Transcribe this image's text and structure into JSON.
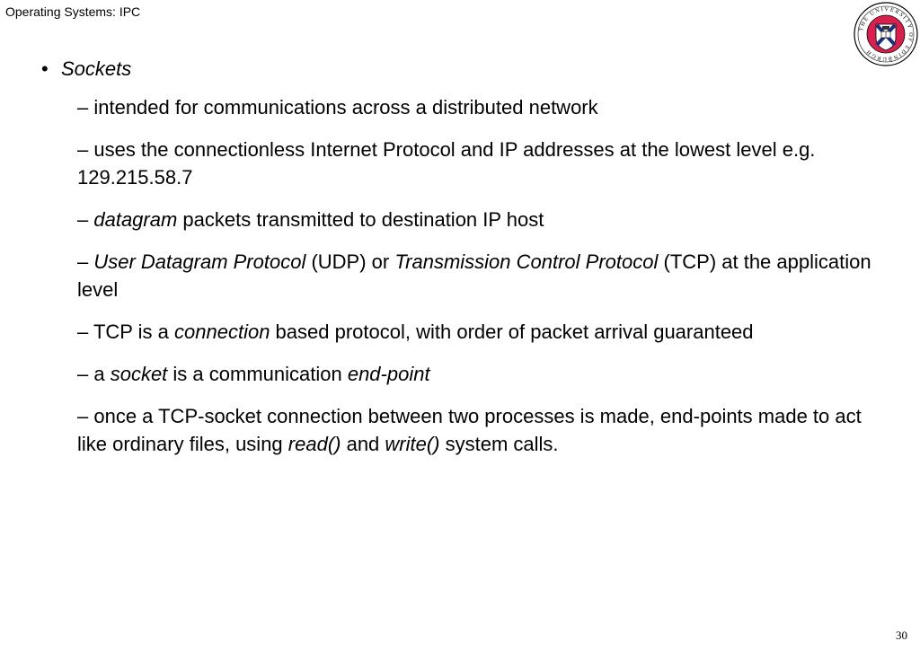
{
  "header": {
    "title": "Operating Systems: IPC"
  },
  "logo": {
    "ring_text": "THE UNIVERSITY OF EDINBURGH",
    "ring_color": "#d8204f"
  },
  "slide": {
    "bullet": {
      "symbol": "•",
      "title": "Sockets"
    },
    "items": [
      {
        "parts": [
          {
            "t": "– intended for communications across a distributed network",
            "i": false
          }
        ]
      },
      {
        "parts": [
          {
            "t": "– uses the connectionless Internet Protocol and IP addresses at the lowest level e.g. 129.215.58.7",
            "i": false
          }
        ]
      },
      {
        "parts": [
          {
            "t": "– ",
            "i": false
          },
          {
            "t": "datagram",
            "i": true
          },
          {
            "t": " packets transmitted to destination IP host",
            "i": false
          }
        ]
      },
      {
        "parts": [
          {
            "t": "– ",
            "i": false
          },
          {
            "t": "User Datagram Protocol",
            "i": true
          },
          {
            "t": " (UDP) or ",
            "i": false
          },
          {
            "t": "Transmission Control Protocol",
            "i": true
          },
          {
            "t": " (TCP) at the application level",
            "i": false
          }
        ]
      },
      {
        "parts": [
          {
            "t": "– TCP is a ",
            "i": false
          },
          {
            "t": "connection",
            "i": true
          },
          {
            "t": " based protocol, with order of packet arrival guaranteed",
            "i": false
          }
        ]
      },
      {
        "parts": [
          {
            "t": "– a ",
            "i": false
          },
          {
            "t": "socket",
            "i": true
          },
          {
            "t": " is a communication ",
            "i": false
          },
          {
            "t": "end-point",
            "i": true
          }
        ]
      },
      {
        "parts": [
          {
            "t": "– once a TCP-socket connection between two processes is made, end-points made to act like ordinary files, using ",
            "i": false
          },
          {
            "t": "read()",
            "i": true
          },
          {
            "t": " and ",
            "i": false
          },
          {
            "t": "write()",
            "i": true
          },
          {
            "t": " system calls.",
            "i": false
          }
        ]
      }
    ]
  },
  "footer": {
    "page_number": "30"
  }
}
